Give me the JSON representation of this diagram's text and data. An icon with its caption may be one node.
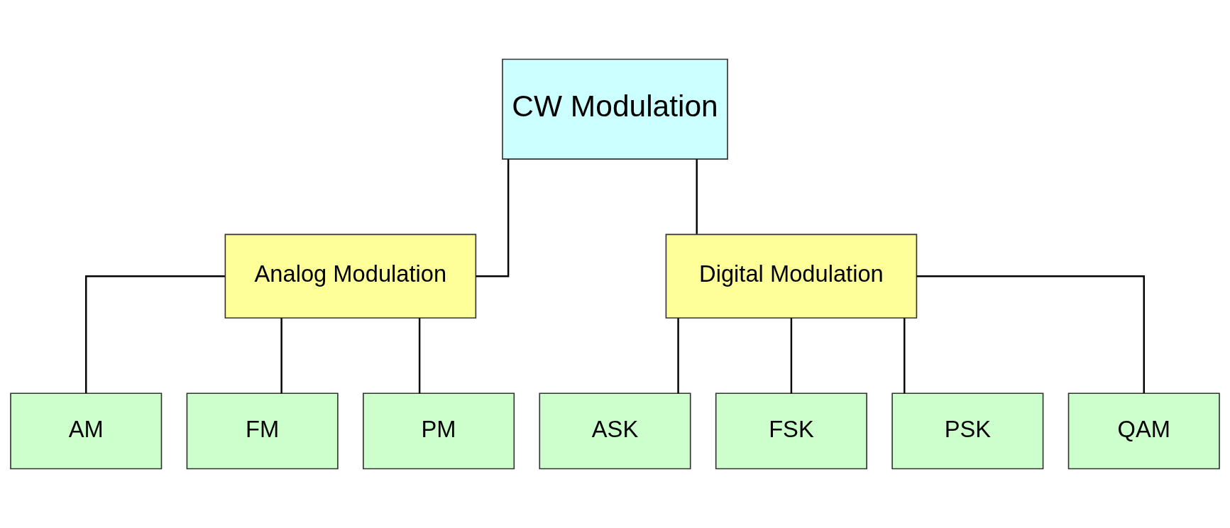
{
  "diagram": {
    "nodes": [
      {
        "text": [
          "CW Modulation"
        ]
      },
      {
        "text": [
          "Analog Modulation"
        ]
      },
      {
        "text": [
          "Digital Modulation"
        ]
      },
      {
        "text": [
          "AM"
        ]
      },
      {
        "text": [
          "FM"
        ]
      },
      {
        "text": [
          "PM"
        ]
      },
      {
        "text": [
          "ASK"
        ]
      },
      {
        "text": [
          "FSK"
        ]
      },
      {
        "text": [
          "PSK"
        ]
      },
      {
        "text": [
          "QAM"
        ]
      }
    ],
    "edges": [
      {
        "from": 0,
        "to": 1,
        "arrow": "none"
      },
      {
        "from": 0,
        "to": 2,
        "arrow": "none"
      },
      {
        "from": 1,
        "to": 3,
        "arrow": "none"
      },
      {
        "from": 1,
        "to": 4,
        "arrow": "none"
      },
      {
        "from": 1,
        "to": 5,
        "arrow": "none"
      },
      {
        "from": 2,
        "to": 6,
        "arrow": "none"
      },
      {
        "from": 2,
        "to": 7,
        "arrow": "none"
      },
      {
        "from": 2,
        "to": 8,
        "arrow": "none"
      },
      {
        "from": 2,
        "to": 9,
        "arrow": "none"
      }
    ]
  }
}
